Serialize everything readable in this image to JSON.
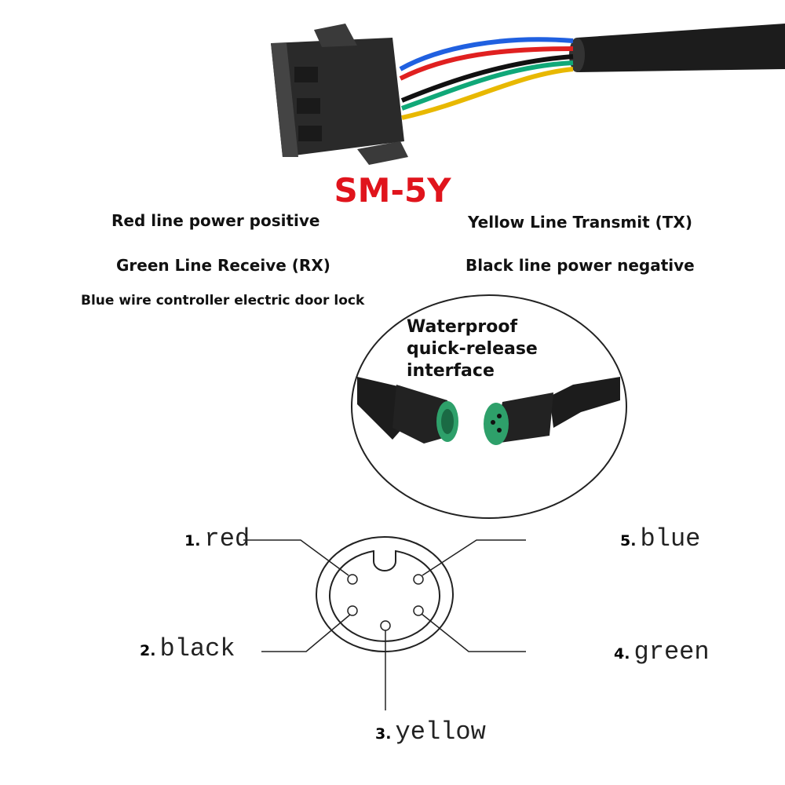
{
  "title": "SM-5Y",
  "notes": {
    "red": "Red line power positive",
    "yellow": "Yellow Line Transmit (TX)",
    "green": "Green Line Receive (RX)",
    "black": "Black line power negative",
    "blue": "Blue wire controller electric door lock"
  },
  "waterproof": [
    "Waterproof",
    "quick-release",
    "interface"
  ],
  "pins": [
    {
      "num": "1.",
      "name": "red"
    },
    {
      "num": "2.",
      "name": "black"
    },
    {
      "num": "3.",
      "name": "yellow"
    },
    {
      "num": "4.",
      "name": "green"
    },
    {
      "num": "5.",
      "name": "blue"
    }
  ],
  "colors": {
    "title": "#e0141c",
    "red": "#e02020",
    "blue": "#2060e0",
    "green": "#10a878",
    "yellow": "#e8b800",
    "black": "#111111",
    "connector": "#2a2a2a",
    "plug_green": "#2ea06a"
  }
}
